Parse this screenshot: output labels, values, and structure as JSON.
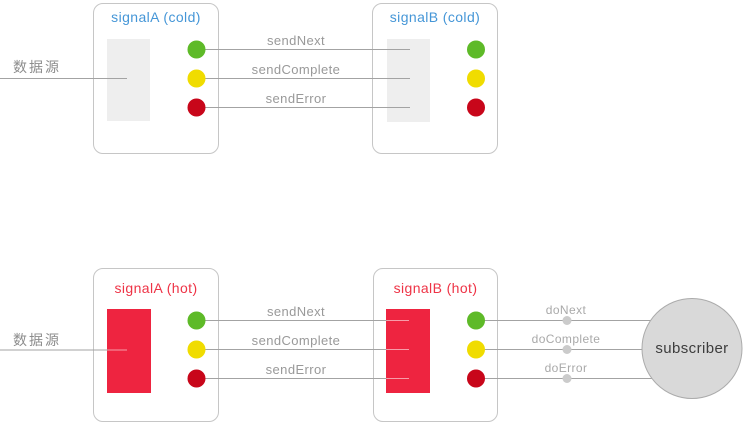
{
  "colors": {
    "cold_title": "#4596d7",
    "hot_title": "#ee3346",
    "dot_green": "#5eba28",
    "dot_yellow": "#f0dc00",
    "dot_red": "#c8061a",
    "hot_fill": "#ee2440",
    "cold_fill": "#eeeeee",
    "wire_gray": "#a3a3a3",
    "tap_dot_gray": "#cbcbcb",
    "subscriber_fill": "#d9d9d9",
    "subscriber_stroke": "#ababab"
  },
  "top_row": {
    "source_label": "数据源",
    "signal_a": {
      "title": "signalA (cold)"
    },
    "signal_b": {
      "title": "signalB (cold)"
    },
    "connections": [
      "sendNext",
      "sendComplete",
      "sendError"
    ]
  },
  "bottom_row": {
    "source_label": "数据源",
    "signal_a": {
      "title": "signalA (hot)"
    },
    "signal_b": {
      "title": "signalB (hot)"
    },
    "send_connections": [
      "sendNext",
      "sendComplete",
      "sendError"
    ],
    "do_connections": [
      "doNext",
      "doComplete",
      "doError"
    ],
    "subscriber": {
      "label": "subscriber"
    }
  }
}
